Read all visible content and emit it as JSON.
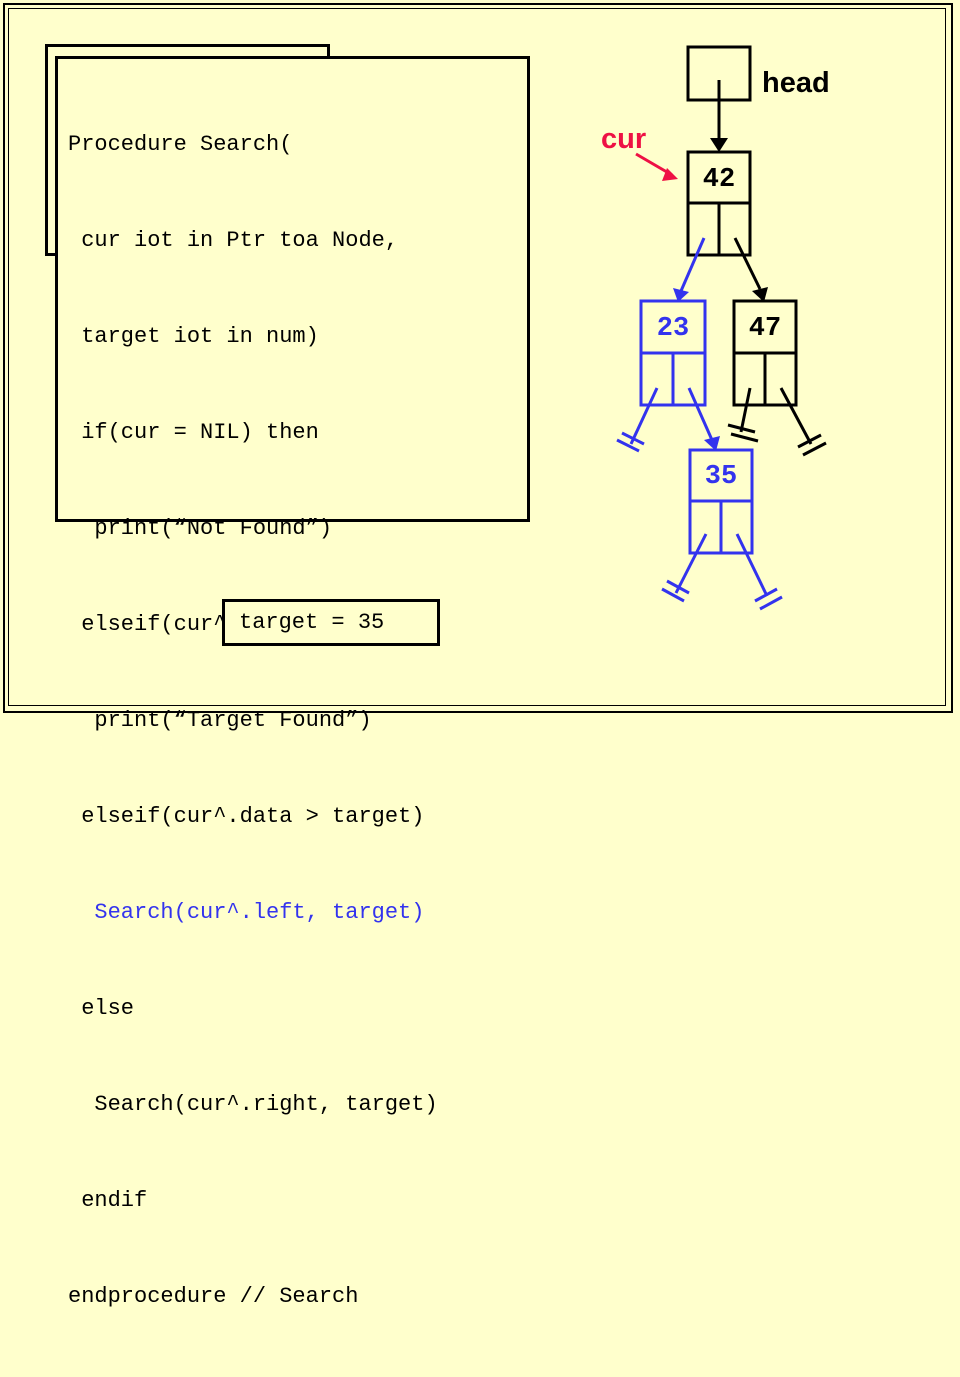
{
  "code": {
    "lines": [
      "Procedure Search(",
      " cur iot in Ptr toa Node,",
      " target iot in num)",
      " if(cur = NIL) then",
      "  print(“Not Found”)",
      " elseif(cur^.data = target)",
      "  print(“Target Found”)",
      " elseif(cur^.data > target)",
      "  Search(cur^.left, target)",
      " else",
      "  Search(cur^.right, target)",
      " endif",
      "endprocedure // Search"
    ],
    "highlighted_line_index": 8
  },
  "target_label": "target = 35",
  "tree": {
    "head_label": "head",
    "cur_label": "cur",
    "nodes": {
      "root": "42",
      "left": "23",
      "right": "47",
      "left_right": "35"
    }
  },
  "colors": {
    "background": "#ffffcc",
    "active_path": "#3333ee",
    "pointer_label": "#ee1144",
    "ink": "#000000"
  }
}
